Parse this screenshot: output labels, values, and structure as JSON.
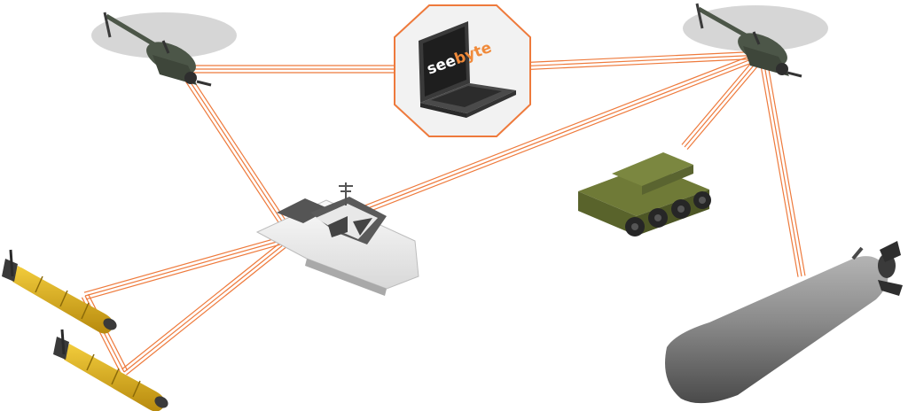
{
  "diagram": {
    "brand": {
      "part1": "see",
      "part2": "byte"
    },
    "colors": {
      "link": "#ee7a3c",
      "hub_border": "#ee7a3c",
      "hub_fill": "#f2f2f2",
      "laptop_body": "#3a3a3a",
      "laptop_screen": "#1e1e1e",
      "brand_see": "#ffffff",
      "brand_byte": "#f08a3a",
      "uav_body": "#4c5648",
      "rotor_disc": "#cfcfcf",
      "boat_hull": "#f4f4f4",
      "boat_cabin": "#5a5a5a",
      "ugv_body": "#6f7a37",
      "wheel": "#262626",
      "auv_body": "#e0b11c",
      "sub_body": "#7a7a7a"
    },
    "nodes": [
      {
        "id": "control-station",
        "type": "laptop",
        "icon": "laptop-icon"
      },
      {
        "id": "uav-left",
        "type": "uav",
        "icon": "helicopter-drone-icon"
      },
      {
        "id": "uav-right",
        "type": "uav",
        "icon": "helicopter-drone-icon"
      },
      {
        "id": "usv",
        "type": "boat",
        "icon": "surface-vessel-icon"
      },
      {
        "id": "ugv",
        "type": "ground-vehicle",
        "icon": "armored-vehicle-icon"
      },
      {
        "id": "auv-upper",
        "type": "torpedo-auv",
        "icon": "torpedo-auv-icon"
      },
      {
        "id": "auv-lower",
        "type": "torpedo-auv",
        "icon": "torpedo-auv-icon"
      },
      {
        "id": "submarine",
        "type": "large-uuv",
        "icon": "submarine-icon"
      }
    ],
    "links": [
      {
        "from": "uav-left",
        "to": "control-station"
      },
      {
        "from": "uav-right",
        "to": "control-station"
      },
      {
        "from": "uav-left",
        "to": "usv"
      },
      {
        "from": "uav-right",
        "to": "usv"
      },
      {
        "from": "uav-right",
        "to": "ugv"
      },
      {
        "from": "uav-right",
        "to": "submarine"
      },
      {
        "from": "usv",
        "to": "auv-upper"
      },
      {
        "from": "usv",
        "to": "auv-lower"
      },
      {
        "from": "auv-upper",
        "to": "auv-lower"
      }
    ]
  }
}
